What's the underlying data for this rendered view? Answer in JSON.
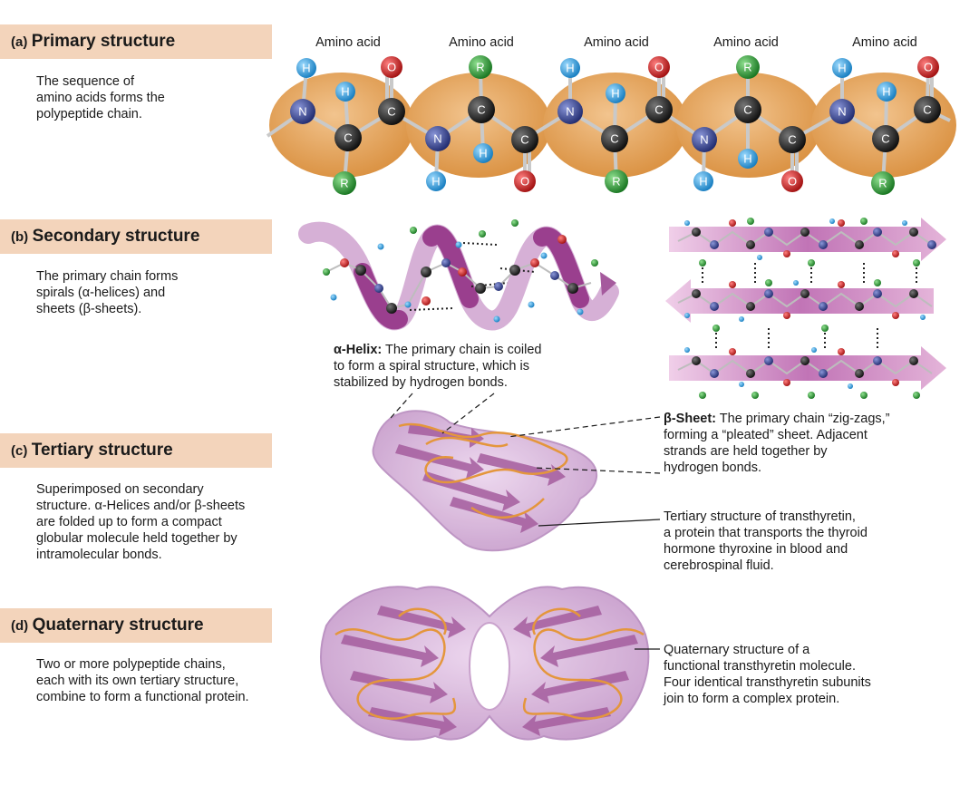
{
  "sections": [
    {
      "letter": "(a)",
      "title": "Primary structure",
      "description": [
        "The sequence of",
        "amino acids forms the",
        "polypeptide chain."
      ]
    },
    {
      "letter": "(b)",
      "title": "Secondary structure",
      "description": [
        "The primary chain forms",
        "spirals (α-helices) and",
        "sheets (β-sheets)."
      ]
    },
    {
      "letter": "(c)",
      "title": "Tertiary structure",
      "description": [
        "Superimposed on secondary",
        "structure. α-Helices and/or β-sheets",
        "are folded up to form a compact",
        "globular molecule held together by",
        "intramolecular bonds."
      ]
    },
    {
      "letter": "(d)",
      "title": "Quaternary structure",
      "description": [
        "Two or more polypeptide chains,",
        "each with its own tertiary structure,",
        "combine to form a functional protein."
      ]
    }
  ],
  "amino_acid_label": "Amino acid",
  "atoms": {
    "nitrogen": "N",
    "carbon": "C",
    "hydrogen": "H",
    "oxygen": "O",
    "r_group": "R"
  },
  "captions": {
    "alpha_helix": {
      "term": "α-Helix:",
      "lines": [
        " The primary chain is coiled",
        "to form a spiral structure, which is",
        "stabilized by hydrogen bonds."
      ]
    },
    "beta_sheet": {
      "term": "β-Sheet:",
      "lines": [
        " The primary chain “zig-zags,”",
        "forming a “pleated” sheet. Adjacent",
        "strands are held together by",
        "hydrogen bonds."
      ]
    },
    "tertiary": [
      "Tertiary structure of transthyretin,",
      "a protein that transports the thyroid",
      "hormone thyroxine in blood and",
      "cerebrospinal fluid."
    ],
    "quaternary": [
      "Quaternary structure of a",
      "functional transthyretin molecule.",
      "Four identical transthyretin subunits",
      "join to form a complex protein."
    ]
  },
  "colors": {
    "header_band": "#f3d4bb",
    "residue_blob": "#e7a85e",
    "nitrogen": "#2e3d8f",
    "carbon": "#1b1b1b",
    "hydrogen": "#2aa0e0",
    "oxygen": "#cc1b1b",
    "r_group": "#2a9a3a",
    "ribbon": "#b97ab0",
    "protein_surface": "#d9b8dd"
  }
}
